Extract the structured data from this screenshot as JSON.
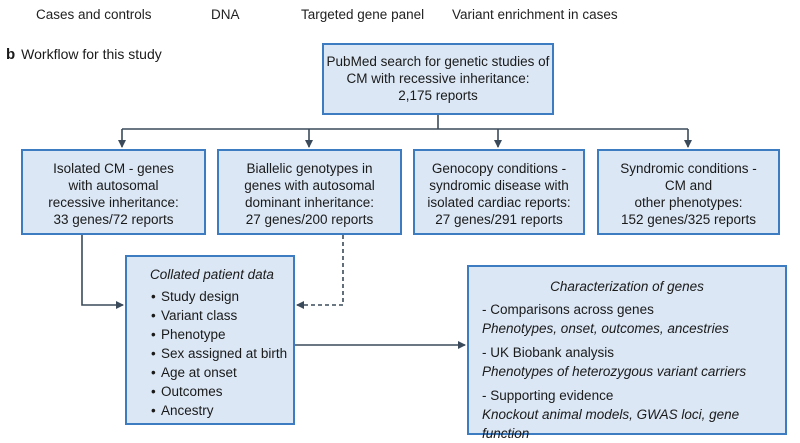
{
  "top_labels": {
    "cases": "Cases and controls",
    "dna": "DNA",
    "panel": "Targeted gene panel",
    "enrichment": "Variant enrichment in cases"
  },
  "panel_b": {
    "letter": "b",
    "title": "Workflow for this study"
  },
  "search_box": {
    "line1": "PubMed search for genetic studies of",
    "line2": "CM with recessive inheritance:",
    "line3": "2,175 reports"
  },
  "categories": [
    {
      "line1": "Isolated CM - genes",
      "line2": "with autosomal",
      "line3": "recessive inheritance:",
      "line4": "33 genes/72 reports"
    },
    {
      "line1": "Biallelic genotypes in",
      "line2": "genes with autosomal",
      "line3": "dominant inheritance:",
      "line4": "27 genes/200 reports"
    },
    {
      "line1": "Genocopy conditions -",
      "line2": "syndromic disease with",
      "line3": "isolated cardiac reports:",
      "line4": "27 genes/291 reports"
    },
    {
      "line1": "Syndromic conditions -",
      "line2": "CM and",
      "line3": "other phenotypes:",
      "line4": "152 genes/325 reports"
    }
  ],
  "collated": {
    "title": "Collated patient data",
    "items": [
      "Study design",
      "Variant class",
      "Phenotype",
      "Sex assigned at birth",
      "Age at onset",
      "Outcomes",
      "Ancestry"
    ]
  },
  "characterization": {
    "title": "Characterization of genes",
    "groups": [
      {
        "heading": "- Comparisons across genes",
        "detail": "Phenotypes, onset, outcomes, ancestries"
      },
      {
        "heading": "- UK Biobank analysis",
        "detail": "Phenotypes of heterozygous variant carriers"
      },
      {
        "heading": "- Supporting evidence",
        "detail": "Knockout animal models, GWAS loci, gene function"
      }
    ]
  },
  "colors": {
    "box_fill": "#dbe7f5",
    "box_border": "#3d7cc0",
    "connector": "#3a4a5a"
  }
}
